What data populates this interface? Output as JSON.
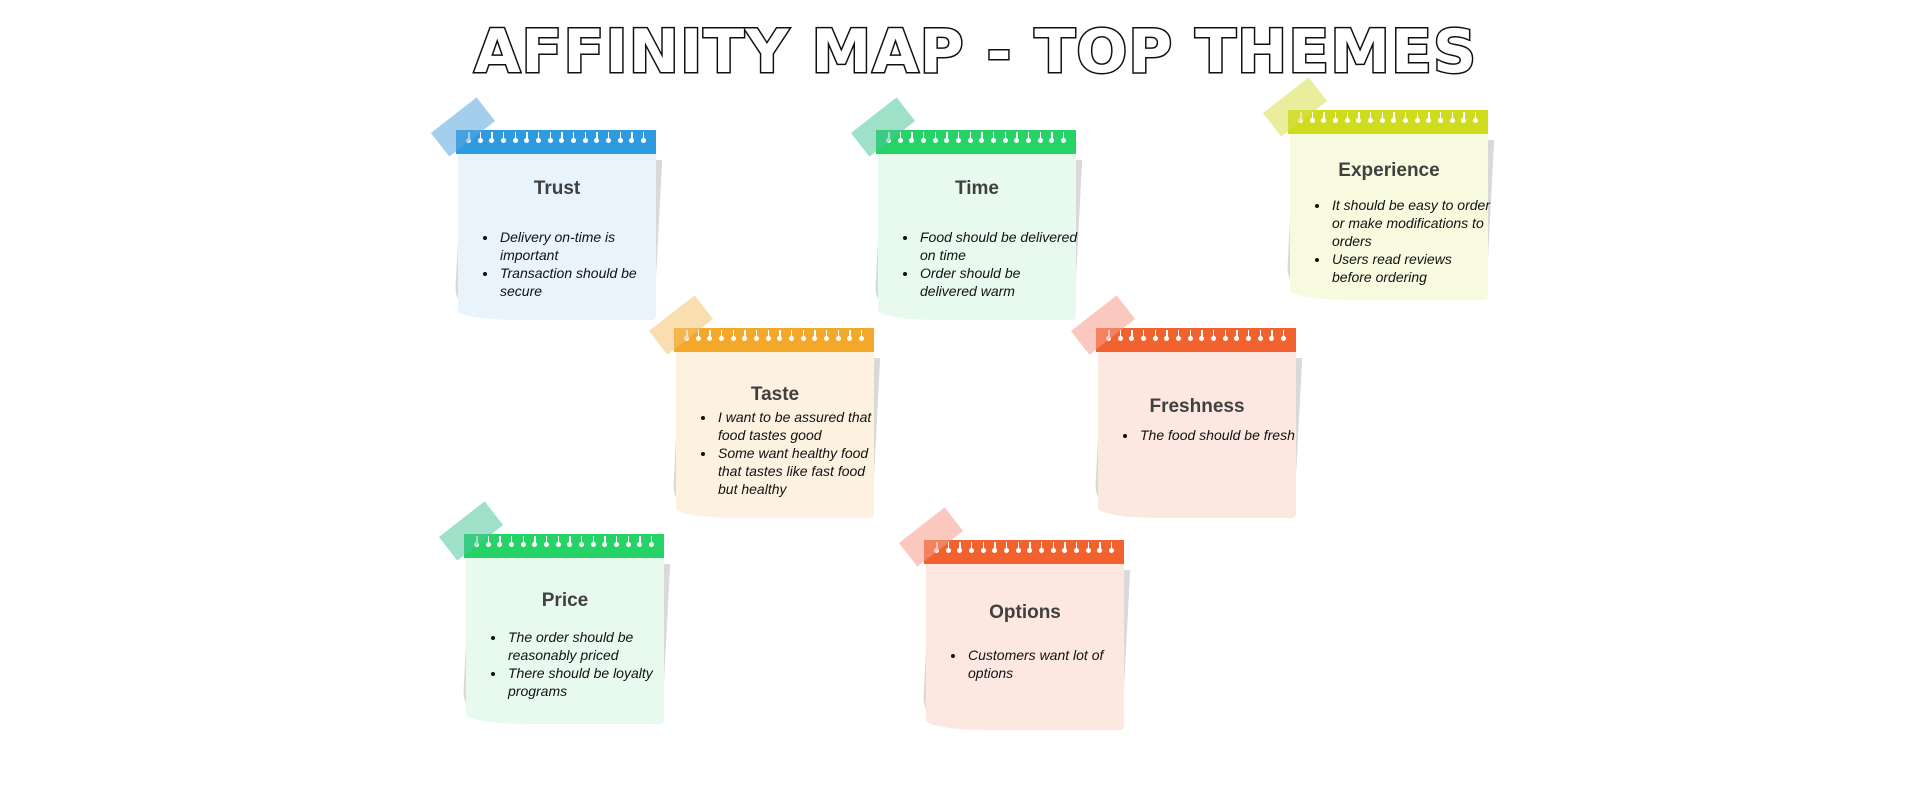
{
  "title": "AFFINITY MAP - TOP THEMES",
  "notes": [
    {
      "id": "trust",
      "title": "Trust",
      "items": [
        "Delivery on-time is important",
        "Transaction should be secure"
      ],
      "colors": {
        "band": "#2e9be0",
        "tape": "#5aa7dd",
        "paper": "#e8f3fc"
      }
    },
    {
      "id": "time",
      "title": "Time",
      "items": [
        "Food should be delivered on time",
        "Order should be delivered warm"
      ],
      "colors": {
        "band": "#25d366",
        "tape": "#4ec79a",
        "paper": "#e8faee"
      }
    },
    {
      "id": "experience",
      "title": "Experience",
      "items": [
        "It should be easy to order or make modifications to orders",
        "Users read reviews before ordering"
      ],
      "colors": {
        "band": "#cfdc1e",
        "tape": "#d8e04a",
        "paper": "#f8fadf"
      }
    },
    {
      "id": "taste",
      "title": "Taste",
      "items": [
        "I want to be assured that food tastes good",
        "Some want healthy food that tastes like fast food but healthy"
      ],
      "colors": {
        "band": "#f3a82a",
        "tape": "#f4c270",
        "paper": "#fdf1df"
      }
    },
    {
      "id": "freshness",
      "title": "Freshness",
      "items": [
        "The food should be fresh"
      ],
      "colors": {
        "band": "#f2622e",
        "tape": "#f59a88",
        "paper": "#fde8e1"
      }
    },
    {
      "id": "price",
      "title": "Price",
      "items": [
        "The order should be reasonably priced",
        "There should be loyalty programs"
      ],
      "colors": {
        "band": "#25d366",
        "tape": "#4ec79a",
        "paper": "#e8faee"
      }
    },
    {
      "id": "options",
      "title": "Options",
      "items": [
        "Customers want lot of options"
      ],
      "colors": {
        "band": "#f2622e",
        "tape": "#f59a88",
        "paper": "#fde8e1"
      }
    }
  ]
}
